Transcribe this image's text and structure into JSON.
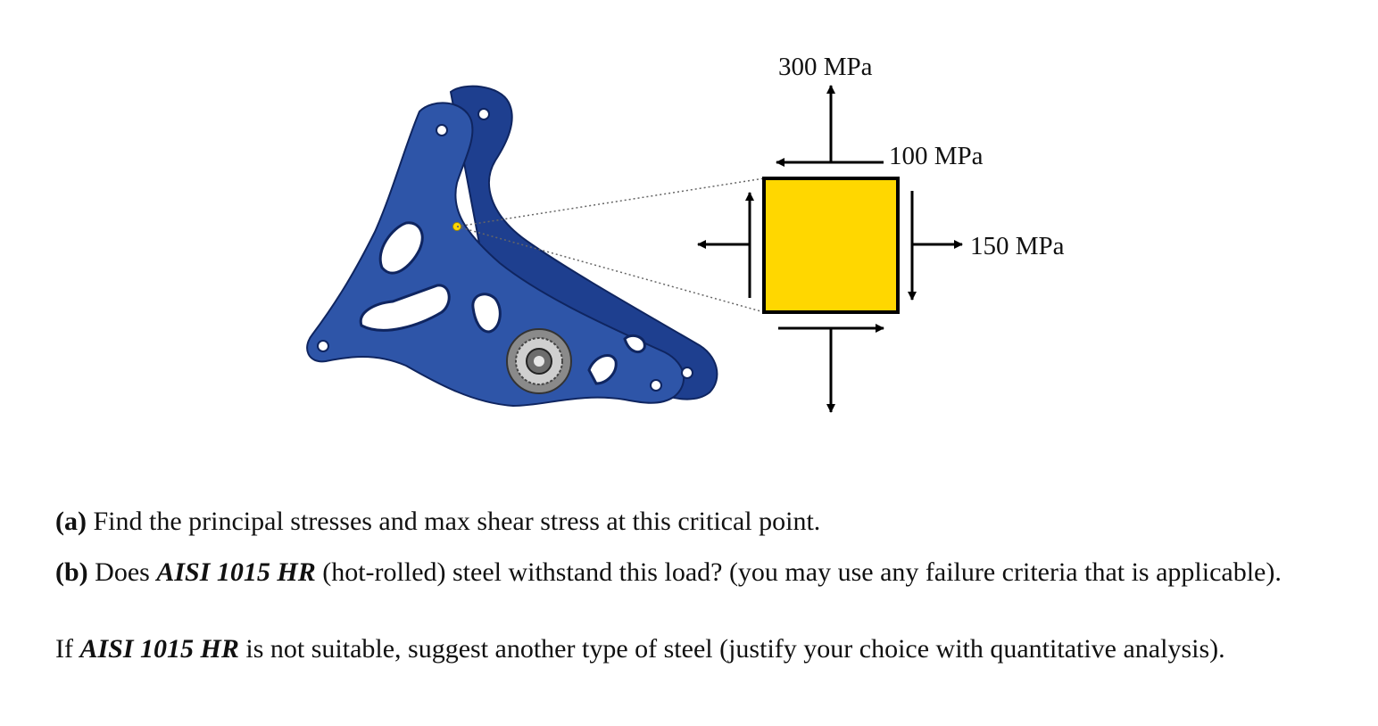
{
  "figure": {
    "stress_element": {
      "fill_color": "#FFD700",
      "label_normal_y": "300 MPa",
      "label_shear": "100 MPa",
      "label_normal_x": "150 MPa"
    },
    "bracket": {
      "color": "#2E55A8",
      "critical_point_color": "#FFD700",
      "icon": "bracket-icon"
    }
  },
  "questions": {
    "a": {
      "tag": "(a)",
      "text": " Find the principal stresses and max shear stress at this critical point."
    },
    "b": {
      "tag": "(b)",
      "text_1": " Does ",
      "steel": "AISI 1015 HR",
      "text_2": " (hot-rolled) steel withstand this load? (you may use any failure criteria that is applicable)."
    },
    "c": {
      "text_1": "If ",
      "steel": "AISI 1015 HR",
      "text_2": " is not suitable, suggest another type of steel (justify your choice with quantitative analysis)."
    }
  }
}
